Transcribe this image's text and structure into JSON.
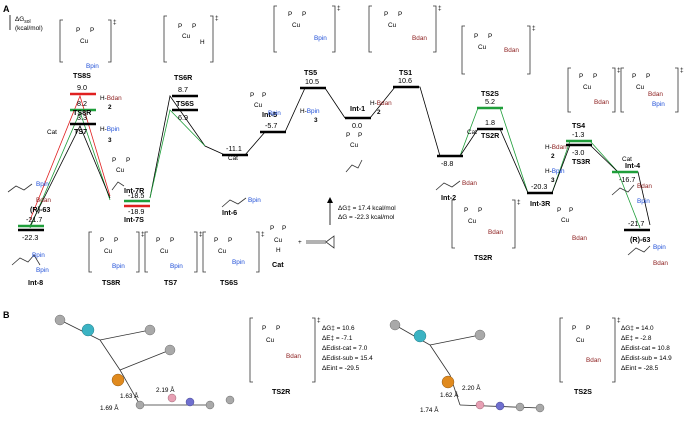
{
  "panel_a_label": "A",
  "panel_b_label": "B",
  "axis_label": "ΔG",
  "axis_sub": "sol",
  "axis_unit": "(kcal/mol)",
  "dagger": "‡",
  "reaction_note": {
    "dg_act": "ΔG‡ = 17.4 kcal/mol",
    "dg_rxn": "ΔG = -22.3 kcal/mol"
  },
  "levels": [
    {
      "id": "int8",
      "label": "Int-8",
      "value": "-22.3"
    },
    {
      "id": "r63left",
      "label": "(R)-63",
      "value": "-21.7"
    },
    {
      "id": "ts8s",
      "label": "TS8S",
      "value": "9.0"
    },
    {
      "id": "ts8r",
      "label": "TS8R",
      "value": "8.2"
    },
    {
      "id": "ts7",
      "label": "TS7",
      "value": "3.3"
    },
    {
      "id": "int7r",
      "label": "Int-7R",
      "value": "-18.5"
    },
    {
      "id": "int7s",
      "label": "Int-7S",
      "value": "-18.9"
    },
    {
      "id": "ts6r",
      "label": "TS6R",
      "value": "8.7"
    },
    {
      "id": "ts6s",
      "label": "TS6S",
      "value": "6.9"
    },
    {
      "id": "int6",
      "label": "Int-6",
      "value": "-11.1"
    },
    {
      "id": "int5",
      "label": "Int-5",
      "value": "-5.7"
    },
    {
      "id": "ts5",
      "label": "TS5",
      "value": "10.5"
    },
    {
      "id": "int1",
      "label": "Int-1",
      "value": "0.0"
    },
    {
      "id": "ts1",
      "label": "TS1",
      "value": "10.6"
    },
    {
      "id": "int2",
      "label": "Int-2",
      "value": "-8.8"
    },
    {
      "id": "ts2s",
      "label": "TS2S",
      "value": "5.2"
    },
    {
      "id": "ts2r",
      "label": "TS2R",
      "value": "1.8"
    },
    {
      "id": "int3r",
      "label": "Int-3R",
      "value": "-20.3"
    },
    {
      "id": "ts4",
      "label": "TS4",
      "value": "-1.3"
    },
    {
      "id": "ts3r",
      "label": "TS3R",
      "value": "-3.0"
    },
    {
      "id": "int4",
      "label": "Int-4",
      "value": "-16.7"
    },
    {
      "id": "r63right",
      "label": "(R)-63",
      "value": "-21.7"
    }
  ],
  "reagents": {
    "hbdan": "H-Bdan",
    "hbpin": "H-Bpin",
    "n2": "2",
    "n3": "3",
    "cat": "Cat",
    "bpin": "Bpin",
    "bdan": "Bdan",
    "cu": "Cu",
    "p": "P",
    "h": "H",
    "plus": "+"
  },
  "ts_boxes": [
    {
      "id": "box_ts8s",
      "label": "TS8S"
    },
    {
      "id": "box_ts6r",
      "label": "TS6R"
    },
    {
      "id": "box_ts5",
      "label": "TS5"
    },
    {
      "id": "box_ts1",
      "label": "TS1"
    },
    {
      "id": "box_ts2s",
      "label": "TS2S"
    },
    {
      "id": "box_ts4",
      "label": "TS4"
    },
    {
      "id": "box_ts3r",
      "label": "TS3R"
    },
    {
      "id": "box_ts8r",
      "label": "TS8R"
    },
    {
      "id": "box_ts7",
      "label": "TS7"
    },
    {
      "id": "box_ts6s",
      "label": "TS6S"
    },
    {
      "id": "box_ts2r",
      "label": "TS2R"
    }
  ],
  "panel_b": {
    "left": {
      "title": "TS2R",
      "dg": "ΔG‡ = 10.6",
      "de": "ΔE‡ = -7.1",
      "dist_cat": "ΔEdist-cat = 7.0",
      "dist_sub": "ΔEdist-sub = 15.4",
      "int": "ΔEint = -29.5",
      "d1": "1.63 Å",
      "d2": "2.19 Å",
      "d3": "1.69 Å"
    },
    "right": {
      "title": "TS2S",
      "dg": "ΔG‡ = 14.0",
      "de": "ΔE‡ = -2.8",
      "dist_cat": "ΔEdist-cat = 10.8",
      "dist_sub": "ΔEdist-sub = 14.9",
      "int": "ΔEint = -28.5",
      "d1": "1.62 Å",
      "d2": "2.20 Å",
      "d3": "1.74 Å"
    }
  },
  "colors": {
    "black_path": "#000000",
    "red_path": "#e02020",
    "green_path": "#1f9e3a",
    "bpin_blue": "#1f4fd8",
    "bdan_brown": "#8b1c1c",
    "cu_atom": "#3bb3c3",
    "p_atom": "#e08a1e",
    "b_atom": "#e7a0b4",
    "n_atom": "#6f6fcf"
  }
}
